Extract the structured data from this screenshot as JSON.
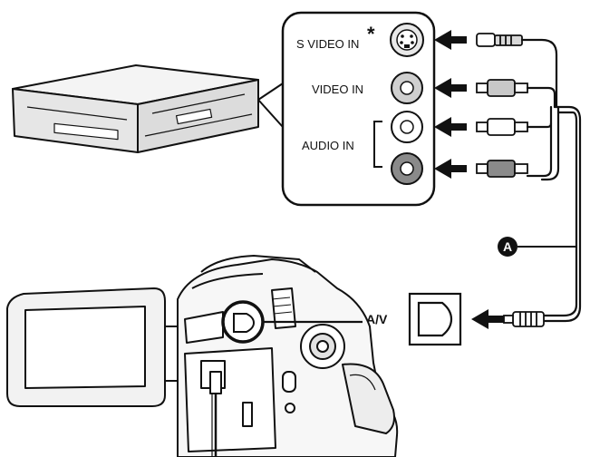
{
  "panel": {
    "s_video_label": "S VIDEO IN",
    "asterisk": "*",
    "video_label": "VIDEO IN",
    "audio_label": "AUDIO IN"
  },
  "callout": {
    "marker": "A"
  },
  "camera": {
    "av_label": "A/V"
  },
  "colors": {
    "line": "#111111",
    "video_jack": "#cfcfcf",
    "audio_right_jack": "#8a8a8a",
    "audio_left_jack": "#ffffff",
    "device_fill": "#ededed"
  }
}
